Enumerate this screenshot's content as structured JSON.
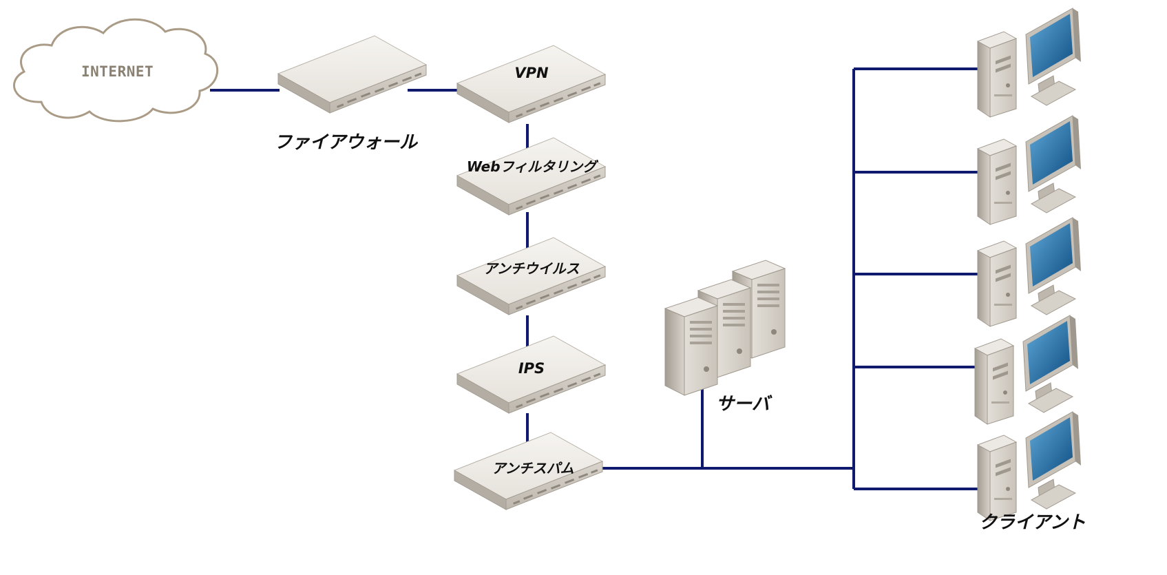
{
  "internet": {
    "label": "INTERNET"
  },
  "firewall": {
    "label": "ファイアウォール"
  },
  "vpn": {
    "label": "VPN"
  },
  "web_filtering": {
    "label": "Webフィルタリング"
  },
  "antivirus": {
    "label": "アンチウイルス"
  },
  "ips": {
    "label": "IPS"
  },
  "antispam": {
    "label": "アンチスパム"
  },
  "server": {
    "label": "サーバ"
  },
  "clients": {
    "label": "クライアント",
    "count": 5
  },
  "colors": {
    "link": "#0f1a6e",
    "cloud_stroke": "#a99b86",
    "device_top": "#f2f0ec",
    "device_side": "#cfcac2",
    "monitor_screen": "#1f6fa8"
  },
  "icons": [
    "cloud-icon",
    "appliance-icon",
    "server-cluster-icon",
    "desktop-pc-icon"
  ]
}
